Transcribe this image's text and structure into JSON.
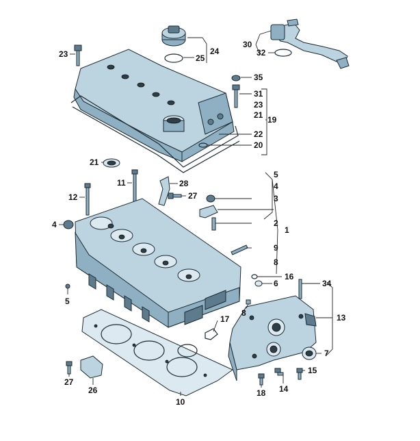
{
  "callouts": {
    "c24": "24",
    "c25": "25",
    "c23a": "23",
    "c30": "30",
    "c32": "32",
    "c35": "35",
    "c31": "31",
    "c23b": "23",
    "c21a": "21",
    "c19": "19",
    "c22": "22",
    "c20": "20",
    "c21b": "21",
    "c11": "11",
    "c28": "28",
    "c27a": "27",
    "c12": "12",
    "c5a": "5",
    "c4a": "4",
    "c3": "3",
    "c2": "2",
    "c1": "1",
    "c4b": "4",
    "c9": "9",
    "c8a": "8",
    "c16": "16",
    "c6": "6",
    "c5b": "5",
    "c34": "34",
    "c8b": "8",
    "c13": "13",
    "c17": "17",
    "c7": "7",
    "c15": "15",
    "c27b": "27",
    "c26": "26",
    "c18": "18",
    "c14": "14",
    "c10": "10"
  }
}
